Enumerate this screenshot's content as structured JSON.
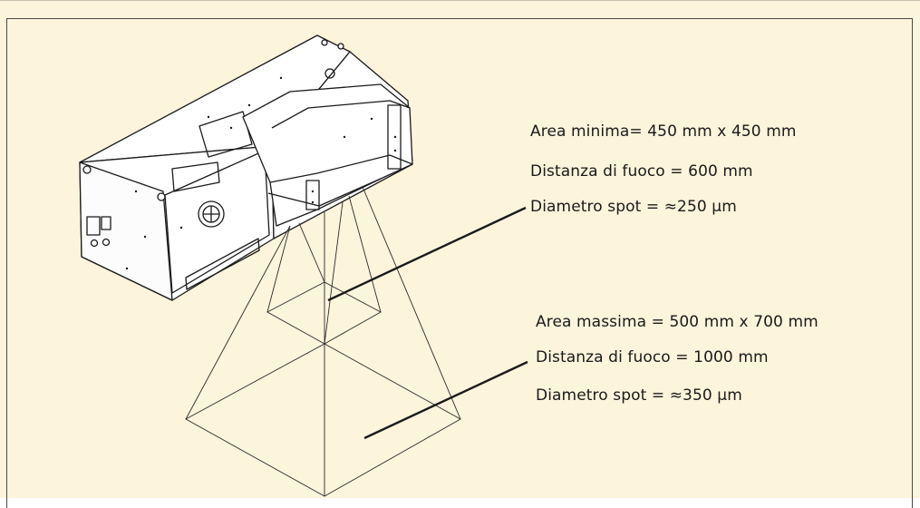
{
  "specs_min": {
    "area": "Area minima= 450 mm x 450 mm",
    "focus": "Distanza di fuoco = 600 mm",
    "spot": "Diametro spot = ≈250 µm"
  },
  "specs_max": {
    "area": "Area massima = 500 mm x 700 mm",
    "focus": "Distanza di fuoco = 1000 mm",
    "spot": "Diametro spot = ≈350 µm"
  },
  "colors": {
    "background": "#fdf4dc",
    "line": "#1a1a1a",
    "machine_face": "#ffffff"
  }
}
